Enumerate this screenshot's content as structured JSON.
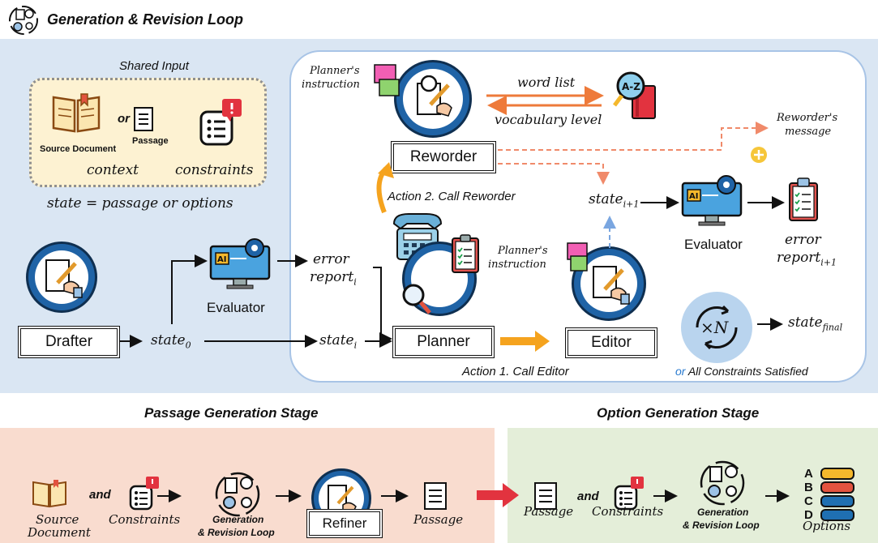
{
  "header": {
    "title": "Generation & Revision Loop"
  },
  "shared_input": {
    "title": "Shared Input",
    "source_document": "Source Document",
    "or": "or",
    "passage": "Passage",
    "context": "context",
    "constraints": "constraints"
  },
  "state_def": "state = passage or options",
  "agents": {
    "drafter": "Drafter",
    "evaluator": "Evaluator",
    "planner": "Planner",
    "editor": "Editor",
    "reworder": "Reworder",
    "refiner": "Refiner"
  },
  "labels": {
    "state0": "state",
    "state0_sub": "0",
    "statei": "state",
    "statei_sub": "i",
    "state_next": "state",
    "state_next_sub": "i+1",
    "state_final": "state",
    "state_final_sub": "final",
    "error_report": "error",
    "report_i": "report",
    "report_i_sub": "i",
    "error_report2": "error",
    "report_next": "report",
    "report_next_sub": "i+1",
    "planners_instruction_1a": "Planner's",
    "planners_instruction_1b": "instruction",
    "planners_instruction_2a": "Planner's",
    "planners_instruction_2b": "instruction",
    "word_list": "word list",
    "vocabulary_level": "vocabulary level",
    "reworders_message_a": "Reworder's",
    "reworders_message_b": "message",
    "action2": "Action 2. Call Reworder",
    "action1": "Action 1. Call Editor",
    "times_n": "×N",
    "or": "or",
    "all_satisfied": "All Constraints Satisfied"
  },
  "passage_stage": {
    "title": "Passage Generation Stage",
    "source": "Source",
    "document": "Document",
    "and": "and",
    "constraints": "Constraints",
    "gen_loop_a": "Generation",
    "gen_loop_b": "& Revision Loop",
    "refiner": "Refiner",
    "passage": "Passage"
  },
  "option_stage": {
    "title": "Option Generation Stage",
    "passage": "Passage",
    "and": "and",
    "constraints": "Constraints",
    "gen_loop_a": "Generation",
    "gen_loop_b": "& Revision Loop",
    "options": "Options",
    "letters": [
      "A",
      "B",
      "C",
      "D"
    ],
    "option_colors": [
      "#f4b82c",
      "#e2533f",
      "#1f6fb2",
      "#1f6fb2"
    ]
  },
  "icons": [
    "loop-icon",
    "book-icon",
    "document-icon",
    "checklist-alert-icon",
    "writing-hand-icon",
    "monitor-ai-icon",
    "telephone-icon",
    "clipboard-icon",
    "dictionary-icon",
    "plus-icon",
    "cycle-icon"
  ]
}
